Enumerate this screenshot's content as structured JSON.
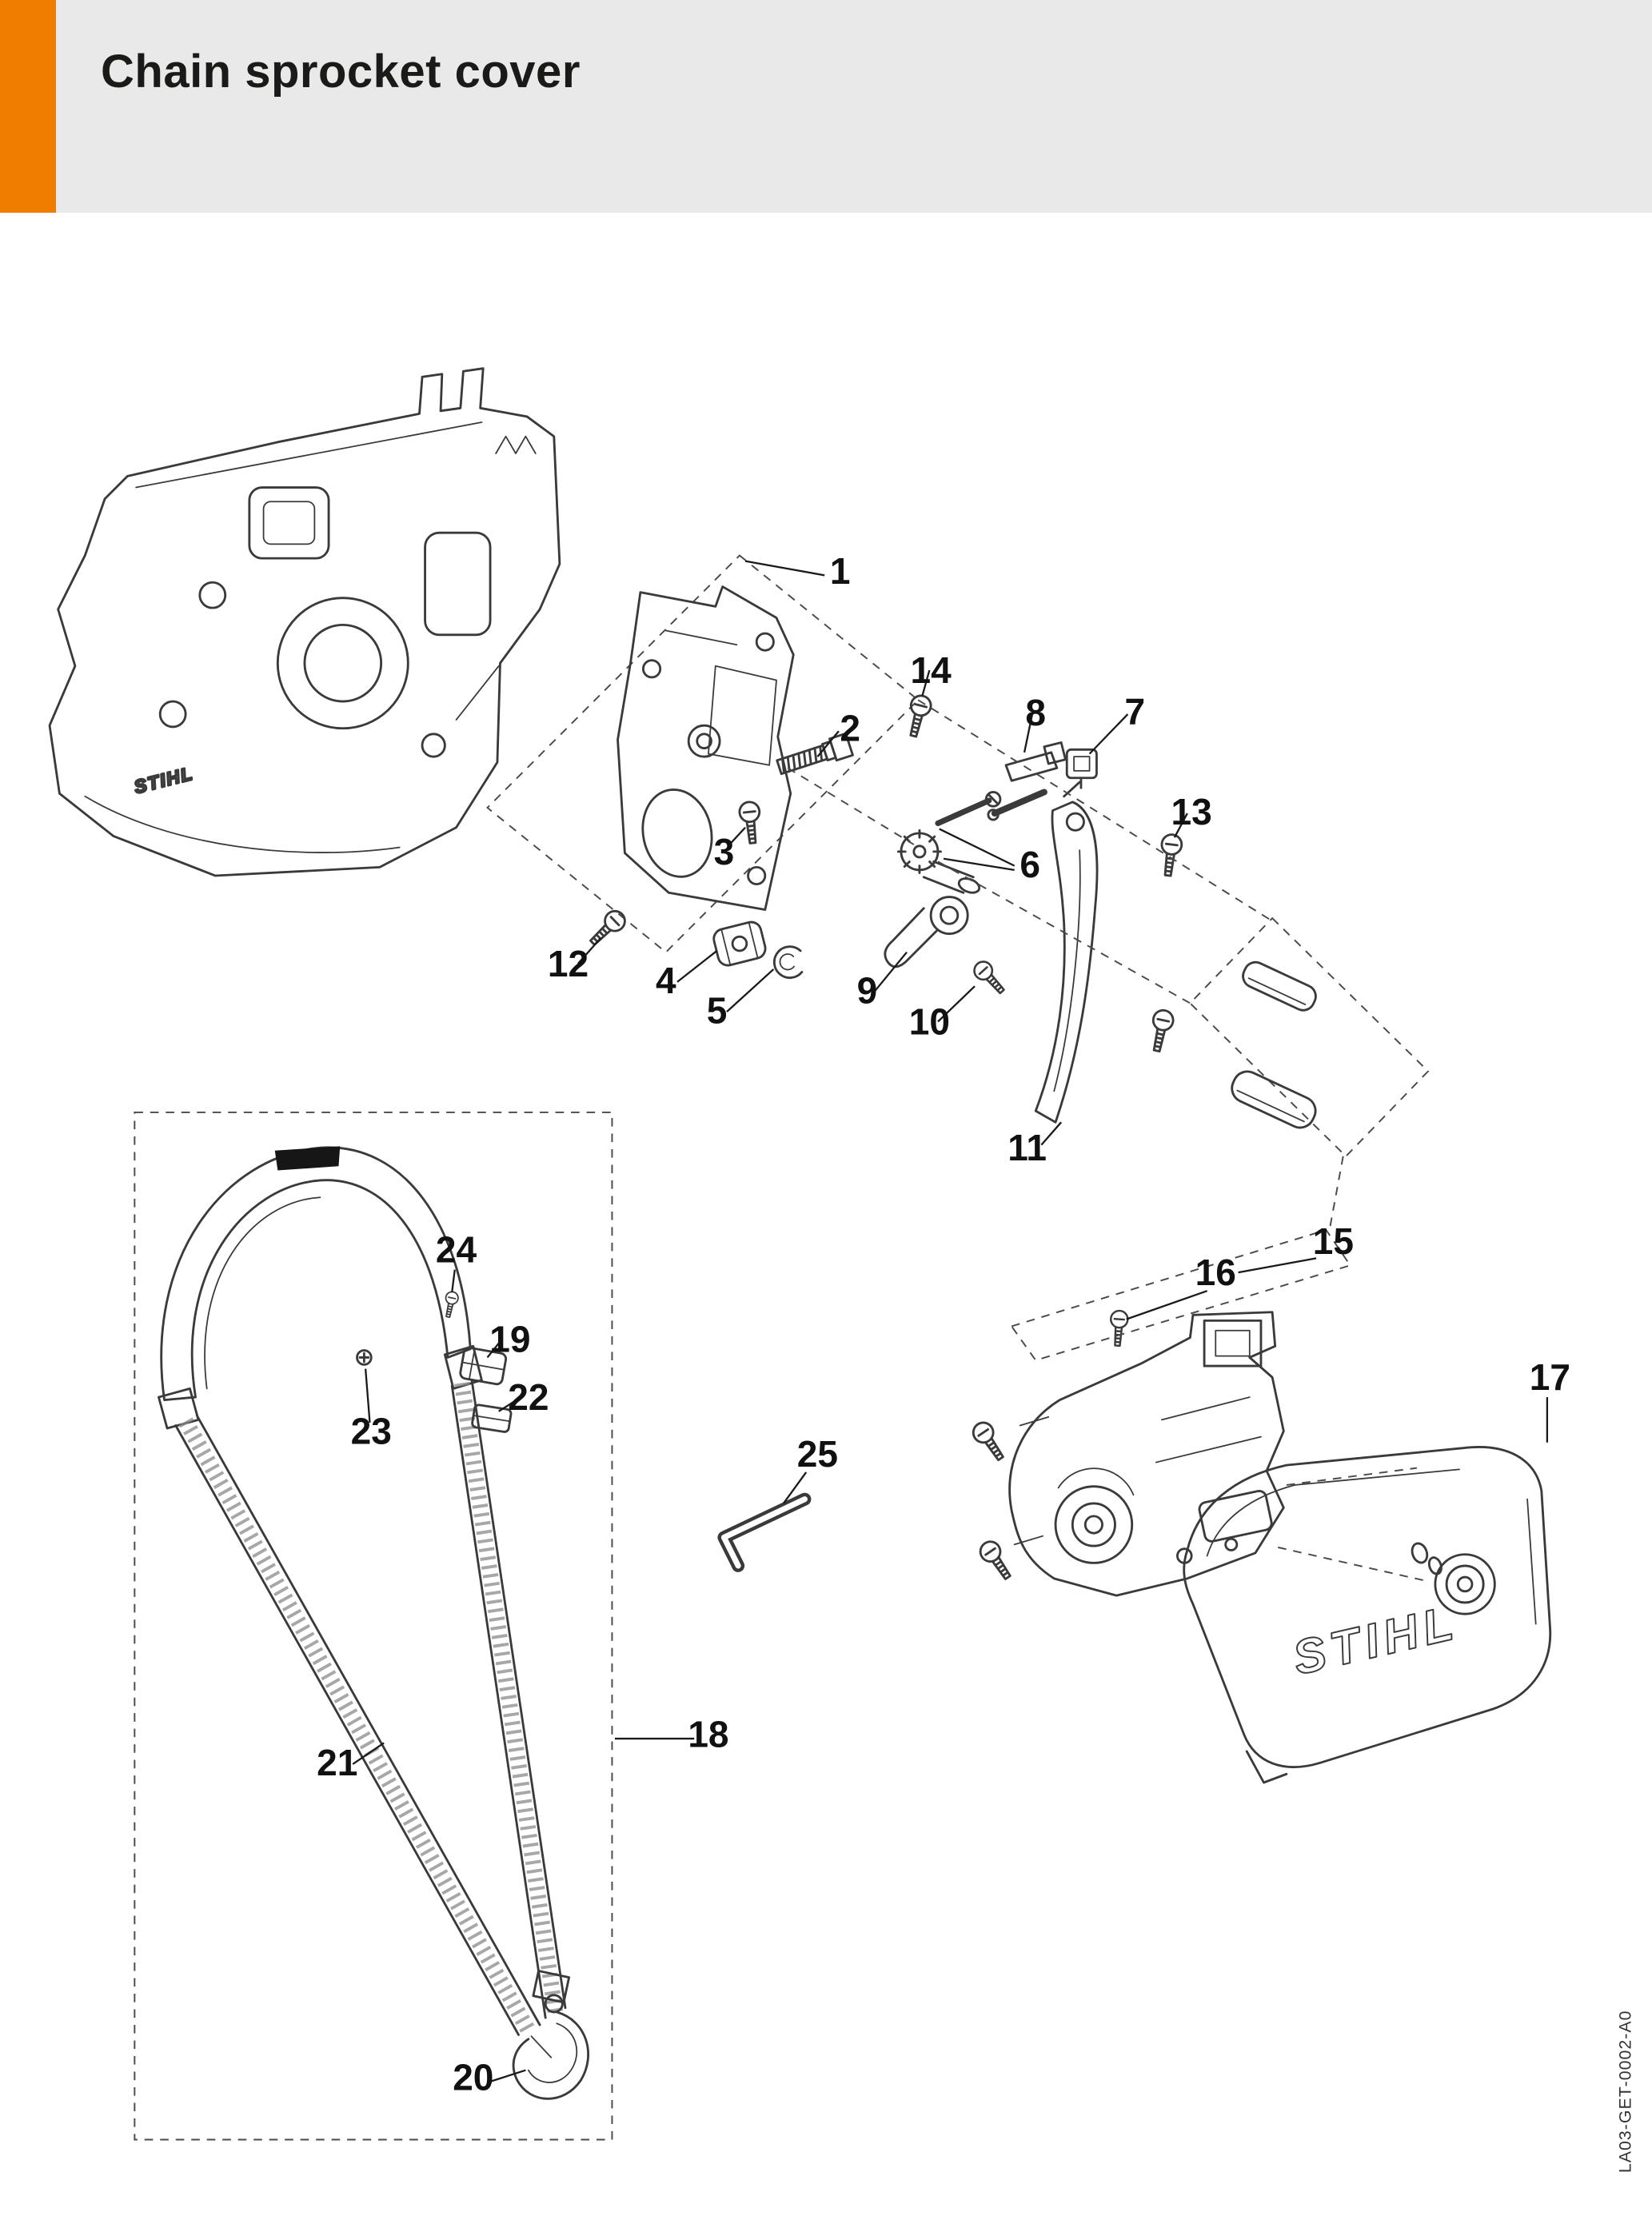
{
  "header": {
    "title": "Chain sprocket cover"
  },
  "colors": {
    "accent": "#f07d00",
    "header_band": "#e9e9e9",
    "line": "#3a3a3a"
  },
  "branding": {
    "housing_logo": "STIHL",
    "cover_logo": "STIHL"
  },
  "footer": {
    "document_code": "LA03-GET-0002-A0"
  },
  "diagram": {
    "callouts": [
      "1",
      "2",
      "3",
      "4",
      "5",
      "6",
      "7",
      "8",
      "9",
      "10",
      "11",
      "12",
      "13",
      "14",
      "15",
      "16",
      "17",
      "18",
      "19",
      "20",
      "21",
      "22",
      "23",
      "24",
      "25"
    ]
  }
}
